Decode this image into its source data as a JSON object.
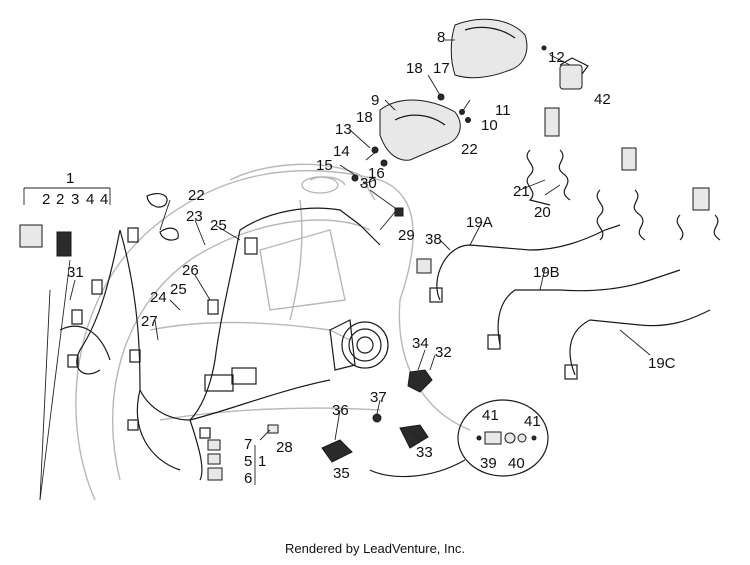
{
  "callouts": [
    "1",
    "2",
    "2",
    "3",
    "4",
    "4",
    "8",
    "12",
    "42",
    "18",
    "17",
    "9",
    "11",
    "10",
    "13",
    "18",
    "14",
    "22",
    "15",
    "16",
    "30",
    "21",
    "20",
    "22",
    "23",
    "25",
    "29",
    "38",
    "19A",
    "19B",
    "19C",
    "31",
    "26",
    "24",
    "25",
    "27",
    "34",
    "32",
    "37",
    "36",
    "41",
    "41",
    "7",
    "5",
    "6",
    "1",
    "28",
    "33",
    "39",
    "40",
    "35"
  ],
  "footer": "Rendered by LeadVenture, Inc."
}
